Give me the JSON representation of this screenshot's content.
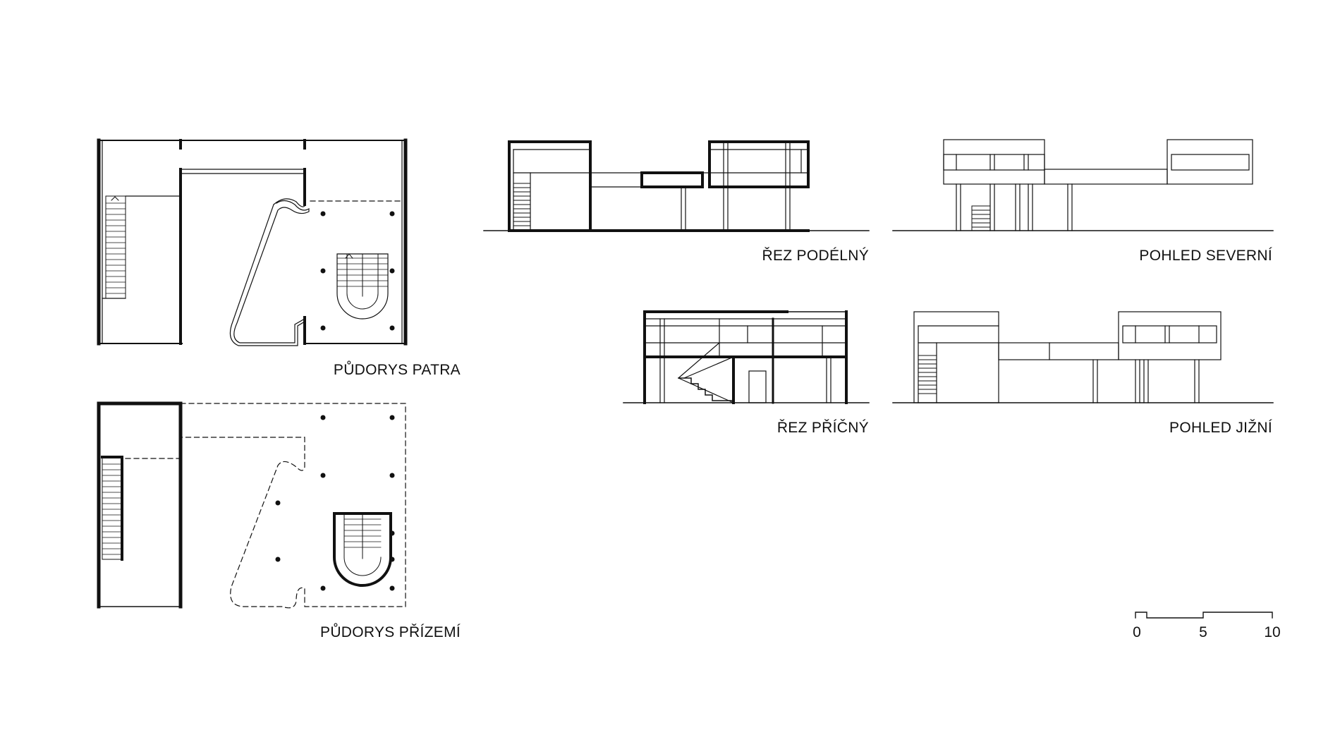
{
  "labels": {
    "plan_upper": "PŮDORYS PATRA",
    "plan_ground": "PŮDORYS PŘÍZEMÍ",
    "section_long": "ŘEZ PODÉLNÝ",
    "section_cross": "ŘEZ PŘÍČNÝ",
    "elevation_north": "POHLED SEVERNÍ",
    "elevation_south": "POHLED JIŽNÍ"
  },
  "scale_bar": {
    "ticks": [
      "0",
      "5",
      "10"
    ]
  },
  "colors": {
    "ink": "#111111",
    "paper": "#ffffff"
  }
}
